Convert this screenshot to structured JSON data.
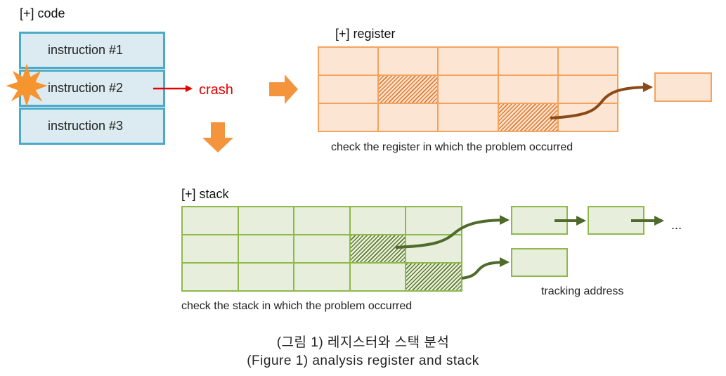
{
  "code": {
    "title": "[+] code",
    "instructions": [
      "instruction #1",
      "instruction #2",
      "instruction #3"
    ],
    "crash_label": "crash"
  },
  "register": {
    "title": "[+] register",
    "caption": "check the register in which the problem occurred"
  },
  "stack": {
    "title": "[+] stack",
    "caption": "check the stack in which the problem occurred",
    "tracking_label": "tracking address",
    "ellipsis": "..."
  },
  "figure": {
    "caption_ko": "(그림 1) 레지스터와 스택 분석",
    "caption_en": "(Figure 1) analysis register and stack"
  },
  "colors": {
    "code_border": "#4aaac9",
    "code_fill": "#dcebf1",
    "register_border": "#f3a35e",
    "register_fill": "#fde5d3",
    "stack_border": "#8fb94b",
    "stack_fill": "#e7efdc",
    "crash": "#e60000",
    "flow_arrow": "#f4953e"
  }
}
